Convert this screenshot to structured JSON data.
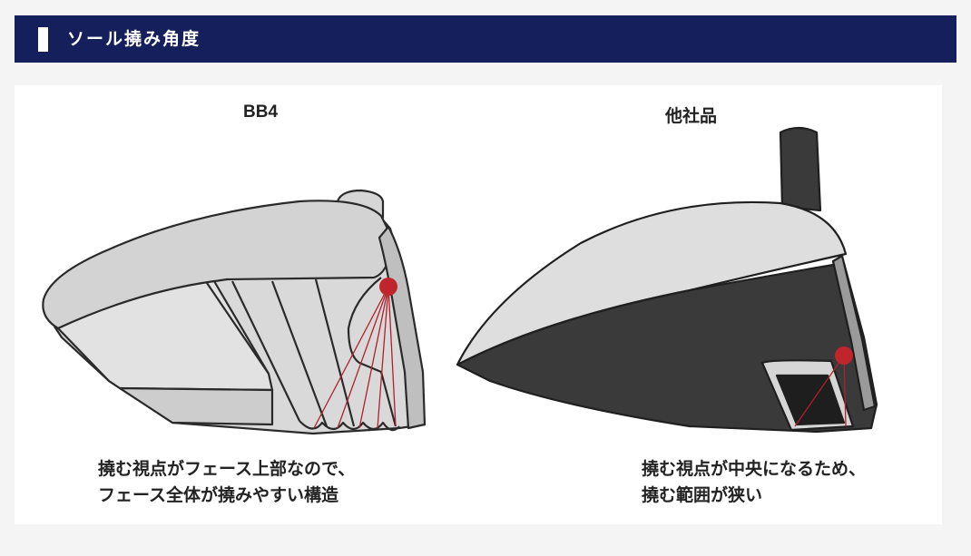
{
  "header": {
    "title": "ソール撓み角度"
  },
  "left": {
    "label": "BB4",
    "caption": [
      "撓む視点がフェース上部なので、",
      "フェース全体が撓みやすい構造"
    ]
  },
  "right": {
    "label": "他社品",
    "caption": [
      "撓む視点が中央になるため、",
      "撓む範囲が狭い"
    ]
  },
  "colors": {
    "header": "#151f5b",
    "crown": "#dcdcdc",
    "sole_dark": "#3a3a3a",
    "flex_point": "#c0252d",
    "flex_line": "#b0202a"
  }
}
